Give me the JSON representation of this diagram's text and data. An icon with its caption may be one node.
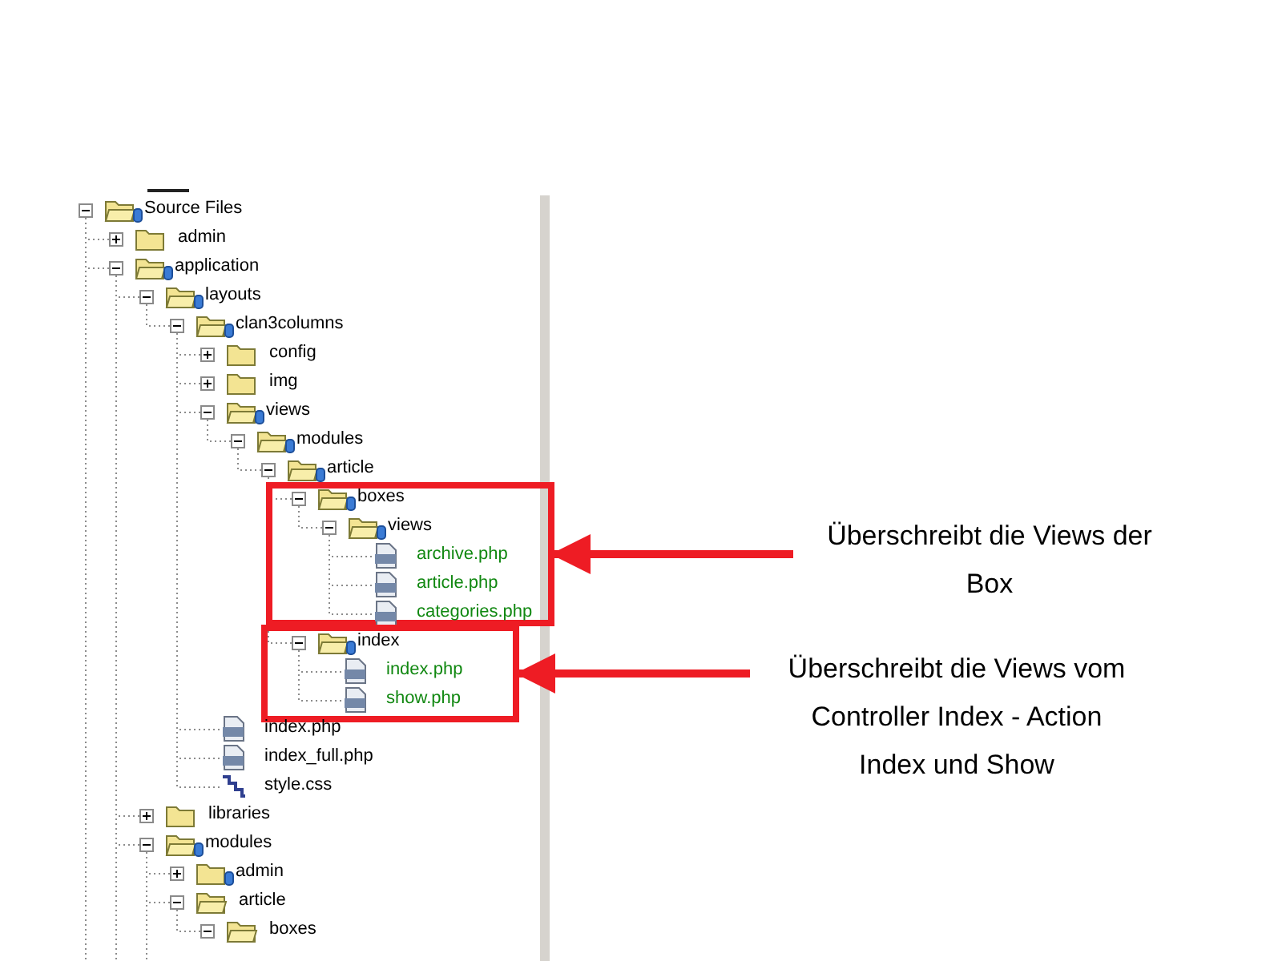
{
  "diagram": {
    "nodes": [
      {
        "text": [
          "Source Files"
        ]
      },
      {
        "text": [
          "admin"
        ]
      },
      {
        "text": [
          "application"
        ]
      },
      {
        "text": [
          "layouts"
        ]
      },
      {
        "text": [
          "clan3columns"
        ]
      },
      {
        "text": [
          "config"
        ]
      },
      {
        "text": [
          "img"
        ]
      },
      {
        "text": [
          "views"
        ]
      },
      {
        "text": [
          "modules"
        ]
      },
      {
        "text": [
          "article"
        ]
      },
      {
        "text": [],
        "shape": "box"
      },
      {
        "text": [
          "boxes"
        ],
        "in": 10
      },
      {
        "text": [
          "views"
        ],
        "in": 10
      },
      {
        "text": [
          "archive.php"
        ],
        "in": 10
      },
      {
        "text": [
          "article.php"
        ],
        "in": 10
      },
      {
        "text": [
          "categories.php"
        ],
        "in": 10
      },
      {
        "text": [],
        "shape": "box"
      },
      {
        "text": [
          "index"
        ],
        "in": 16
      },
      {
        "text": [
          "index.php"
        ],
        "in": 16
      },
      {
        "text": [
          "show.php"
        ],
        "in": 16
      },
      {
        "text": [
          "index.php"
        ]
      },
      {
        "text": [
          "index_full.php"
        ]
      },
      {
        "text": [
          "style.css"
        ]
      },
      {
        "text": [
          "libraries"
        ]
      },
      {
        "text": [
          "modules"
        ]
      },
      {
        "text": [
          "admin"
        ]
      },
      {
        "text": [
          "article"
        ]
      },
      {
        "text": [
          "boxes"
        ]
      },
      {
        "text": [
          "Überschreibt die Views der Box"
        ]
      },
      {
        "text": [
          "Überschreibt die Views vom Controller Index - Action Index und Show"
        ]
      }
    ],
    "edges": [
      {
        "from": 0,
        "to": 1,
        "arrow": "none",
        "style": "dashed"
      },
      {
        "from": 0,
        "to": 2,
        "arrow": "none",
        "style": "dashed"
      },
      {
        "from": 2,
        "to": 3,
        "arrow": "none",
        "style": "dashed"
      },
      {
        "from": 3,
        "to": 4,
        "arrow": "none",
        "style": "dashed"
      },
      {
        "from": 4,
        "to": 5,
        "arrow": "none",
        "style": "dashed"
      },
      {
        "from": 4,
        "to": 6,
        "arrow": "none",
        "style": "dashed"
      },
      {
        "from": 4,
        "to": 7,
        "arrow": "none",
        "style": "dashed"
      },
      {
        "from": 7,
        "to": 8,
        "arrow": "none",
        "style": "dashed"
      },
      {
        "from": 8,
        "to": 9,
        "arrow": "none",
        "style": "dashed"
      },
      {
        "from": 9,
        "to": 11,
        "arrow": "none",
        "style": "dashed"
      },
      {
        "from": 11,
        "to": 12,
        "arrow": "none",
        "style": "dashed"
      },
      {
        "from": 12,
        "to": 13,
        "arrow": "none",
        "style": "dashed"
      },
      {
        "from": 12,
        "to": 14,
        "arrow": "none",
        "style": "dashed"
      },
      {
        "from": 12,
        "to": 15,
        "arrow": "none",
        "style": "dashed"
      },
      {
        "from": 9,
        "to": 17,
        "arrow": "none",
        "style": "dashed"
      },
      {
        "from": 17,
        "to": 18,
        "arrow": "none",
        "style": "dashed"
      },
      {
        "from": 17,
        "to": 19,
        "arrow": "none",
        "style": "dashed"
      },
      {
        "from": 4,
        "to": 20,
        "arrow": "none",
        "style": "dashed"
      },
      {
        "from": 4,
        "to": 21,
        "arrow": "none",
        "style": "dashed"
      },
      {
        "from": 4,
        "to": 22,
        "arrow": "none",
        "style": "dashed"
      },
      {
        "from": 2,
        "to": 23,
        "arrow": "none",
        "style": "dashed"
      },
      {
        "from": 2,
        "to": 24,
        "arrow": "none",
        "style": "dashed"
      },
      {
        "from": 24,
        "to": 25,
        "arrow": "none",
        "style": "dashed"
      },
      {
        "from": 24,
        "to": 26,
        "arrow": "none",
        "style": "dashed"
      },
      {
        "from": 26,
        "to": 27,
        "arrow": "none",
        "style": "dashed"
      },
      {
        "from": 0,
        "to": null,
        "arrow": "none",
        "style": "dashed"
      },
      {
        "from": 2,
        "to": null,
        "arrow": "none",
        "style": "dashed"
      },
      {
        "from": 24,
        "to": null,
        "arrow": "none",
        "style": "dashed"
      },
      {
        "from": 28,
        "to": 10,
        "arrow": "to",
        "style": "thick",
        "color": "#ee1c24"
      },
      {
        "from": 29,
        "to": 16,
        "arrow": "to",
        "style": "thick",
        "color": "#ee1c24"
      }
    ]
  }
}
